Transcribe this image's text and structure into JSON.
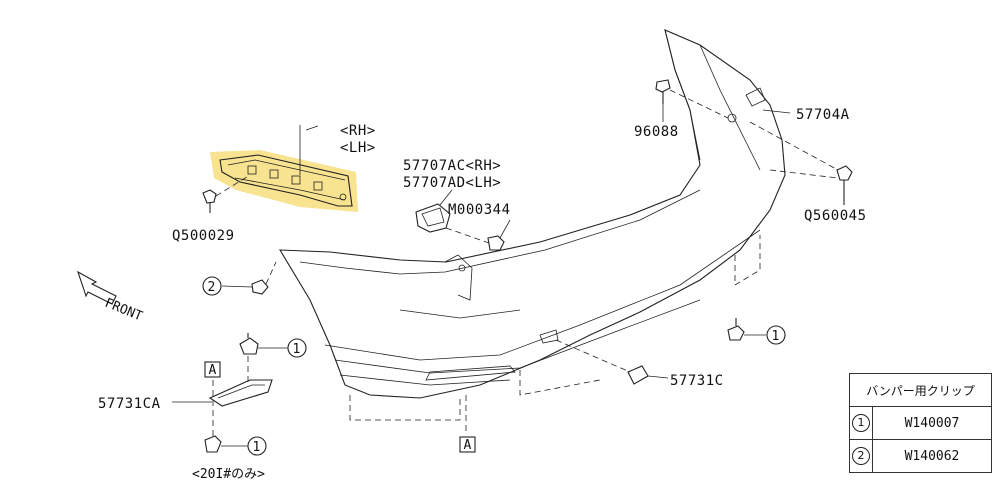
{
  "labels": {
    "rh": "<RH>",
    "lh": "<LH>",
    "part_57707ac": "57707AC<RH>",
    "part_57707ad": "57707AD<LH>",
    "part_m000344": "M000344",
    "part_q500029": "Q500029",
    "part_96088": "96088",
    "part_57704a": "57704A",
    "part_q560045": "Q560045",
    "part_57731ca": "57731CA",
    "part_57731c": "57731C",
    "front": "FRONT",
    "note_20i": "<20I#のみ>",
    "ref_a": "A",
    "circle_1": "1",
    "circle_2": "2"
  },
  "clip_table": {
    "header": "バンパー用クリップ",
    "rows": [
      {
        "num": "1",
        "code": "W140007"
      },
      {
        "num": "2",
        "code": "W140062"
      }
    ]
  },
  "colors": {
    "highlight": "#f5d96b",
    "line": "#222222"
  }
}
